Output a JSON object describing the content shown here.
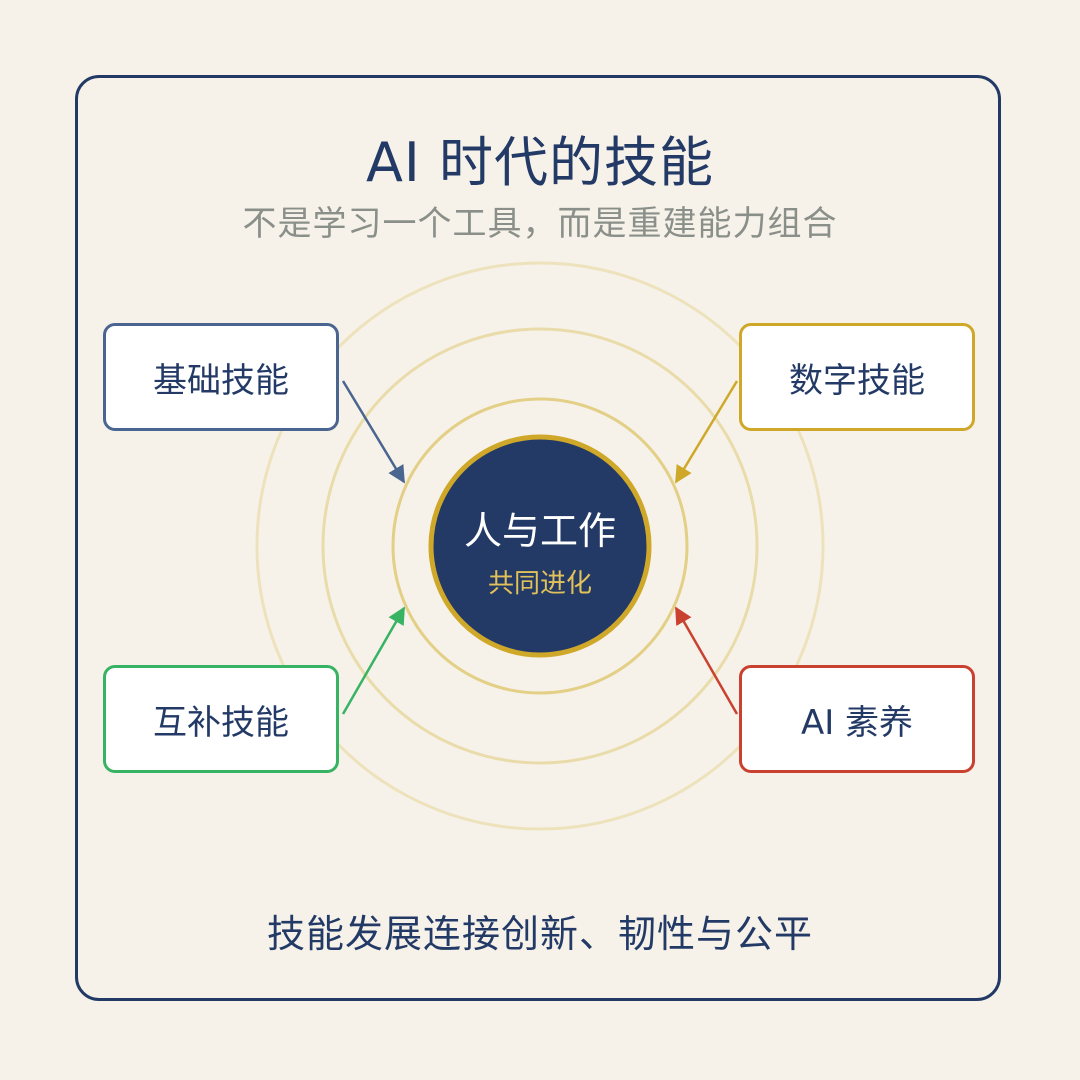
{
  "title": "AI 时代的技能",
  "subtitle": "不是学习一个工具，而是重建能力组合",
  "center": {
    "title": "人与工作",
    "subtitle": "共同进化"
  },
  "boxes": {
    "basic": "基础技能",
    "digital": "数字技能",
    "complementary": "互补技能",
    "ai_literacy": "AI 素养"
  },
  "footer": "技能发展连接创新、韧性与公平",
  "colors": {
    "navy": "#233a66",
    "gold": "#cfa82a",
    "blue_gray": "#4a6590",
    "green": "#37b364",
    "red": "#c9412f",
    "ring": "#eadcaa",
    "background": "#f6f2e9"
  }
}
